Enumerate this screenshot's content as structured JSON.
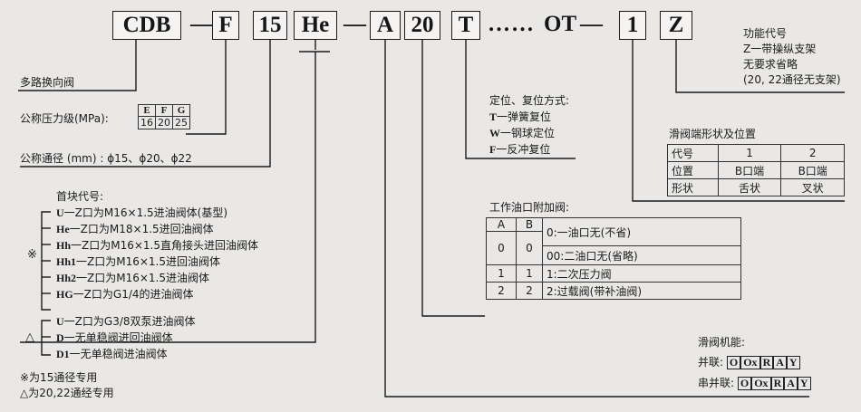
{
  "code": {
    "parts": [
      "CDB",
      "F",
      "15",
      "He",
      "A",
      "20",
      "T",
      "OT",
      "1",
      "Z"
    ],
    "dash": "—",
    "dots": "……"
  },
  "labels": {
    "valve": "多路换向阀",
    "pressure": "公称压力级(MPa):",
    "pressure_table": {
      "head": [
        "E",
        "F",
        "G"
      ],
      "vals": [
        "16",
        "20",
        "25"
      ]
    },
    "diameter": "公称通径 (mm) : ϕ15、ϕ20、ϕ22",
    "first_block_title": "首块代号:",
    "first_block": [
      {
        "code": "U",
        "text": "一Z口为M16×1.5进油阀体(基型)"
      },
      {
        "code": "He",
        "text": "一Z口为M18×1.5进回油阀体"
      },
      {
        "code": "Hh",
        "text": "一Z口为M16×1.5直角接头进回油阀体"
      },
      {
        "code": "Hh1",
        "text": "一Z口为M16×1.5进回油阀体"
      },
      {
        "code": "Hh2",
        "text": "一Z口为M16×1.5进油阀体"
      },
      {
        "code": "HG",
        "text": "一Z口为G1/4的进油阀体"
      },
      {
        "code": "U",
        "text": "一Z口为G3/8双泵进油阀体"
      },
      {
        "code": "D",
        "text": "一无单稳阀进回油阀体"
      },
      {
        "code": "D1",
        "text": "一无单稳阀进油阀体"
      }
    ],
    "mark_x": "※",
    "mark_tri": "△",
    "note1": "※为15通径专用",
    "note2": "△为20,22通经专用",
    "positioning_title": "定位、复位方式:",
    "positioning": [
      {
        "code": "T",
        "text": "一弹簧复位"
      },
      {
        "code": "W",
        "text": "一钢球定位"
      },
      {
        "code": "F",
        "text": "一反冲复位"
      }
    ],
    "func_title": "功能代号",
    "func_lines": [
      "Z一带操纵支架",
      "无要求省略",
      "(20, 22通径无支架)"
    ],
    "spool_title": "滑阀端形状及位置",
    "spool_table": [
      [
        "代号",
        "1",
        "2"
      ],
      [
        "位置",
        "B口端",
        "B口端"
      ],
      [
        "形状",
        "舌状",
        "叉状"
      ]
    ],
    "port_title": "工作油口附加阀:",
    "port_table": {
      "head": [
        "A",
        "B"
      ],
      "rows": [
        {
          "a": "0",
          "b": "0",
          "lines": [
            "0:一油口无(不省)",
            "00:二油口无(省略)"
          ]
        },
        {
          "a": "1",
          "b": "1",
          "lines": [
            "1:二次压力阀"
          ]
        },
        {
          "a": "2",
          "b": "2",
          "lines": [
            "2:过载阀(带补油阀)"
          ]
        }
      ]
    },
    "spool_func_title": "滑阀机能:",
    "parallel_label": "并联:",
    "series_label": "串并联:",
    "func_codes": [
      "O",
      "Ox",
      "R",
      "A",
      "Y"
    ]
  }
}
